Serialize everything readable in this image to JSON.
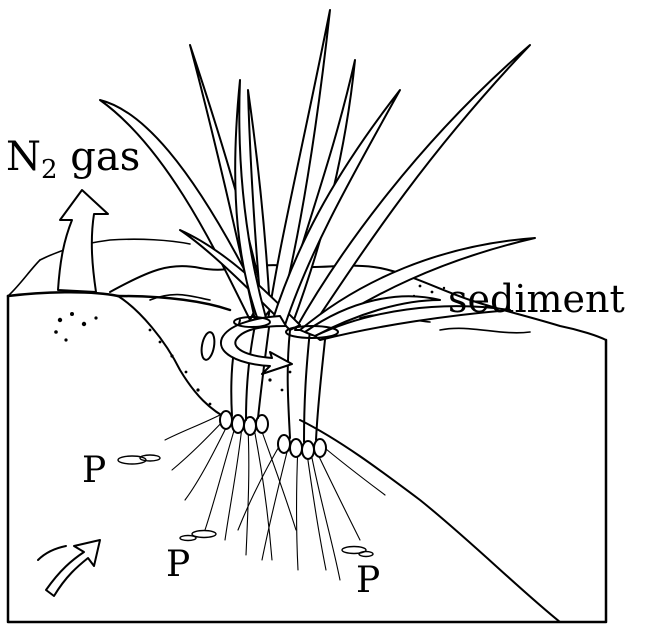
{
  "diagram": {
    "gas_label_main": "N",
    "gas_label_sub": "2",
    "gas_label_rest": " gas",
    "sediment_label": "sediment",
    "phosphorus_labels": [
      "P",
      "P",
      "P"
    ]
  }
}
